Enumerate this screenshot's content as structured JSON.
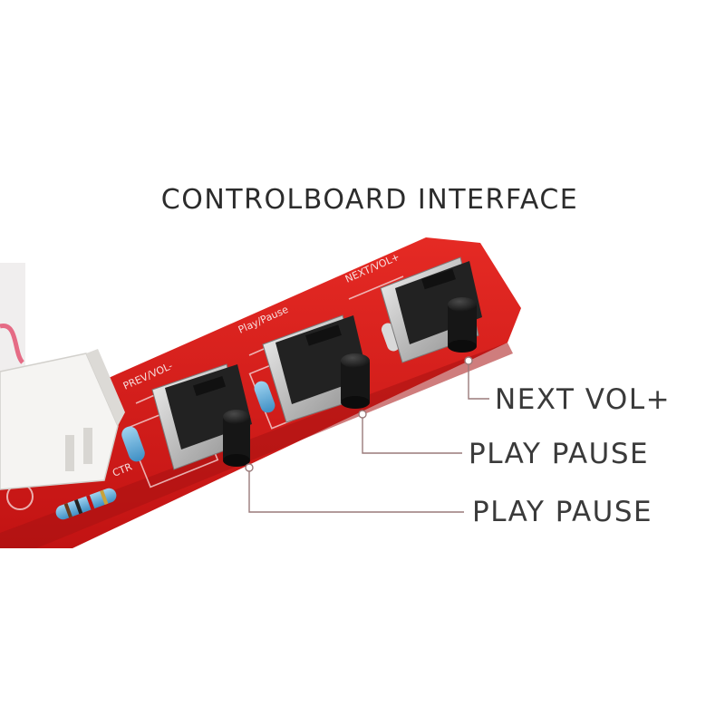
{
  "title": "CONTROLBOARD INTERFACE",
  "silkscreen": {
    "left": "PREV/VOL-",
    "middle": "Play/Pause",
    "right": "NEXT/VOL+",
    "connector": "CTR"
  },
  "callouts": [
    {
      "label": "NEXT VOL+"
    },
    {
      "label": "PLAY PAUSE"
    },
    {
      "label": "PLAY PAUSE"
    }
  ],
  "colors": {
    "board": "#d41c1c",
    "board_dark": "#a81212",
    "button_cap": "#1b1b1b",
    "switch_metal": "#c9c9c9",
    "connector": "#f2f2f0",
    "leader_line": "#9a7a7a",
    "text": "#2c2c2c"
  }
}
